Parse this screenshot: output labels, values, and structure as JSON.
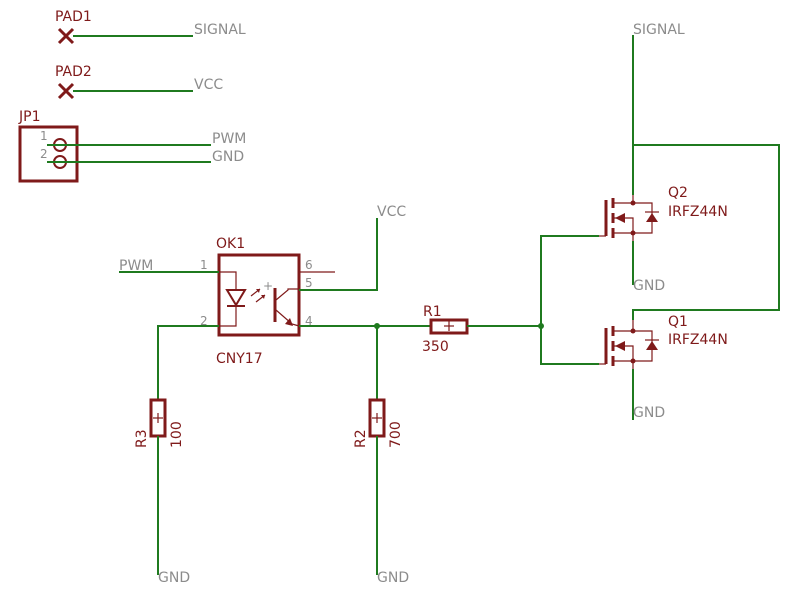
{
  "pads": [
    {
      "name": "PAD1",
      "net": "SIGNAL"
    },
    {
      "name": "PAD2",
      "net": "VCC"
    }
  ],
  "connector": {
    "name": "JP1",
    "pins": [
      {
        "num": "1",
        "net": "PWM"
      },
      {
        "num": "2",
        "net": "GND"
      }
    ]
  },
  "optocoupler": {
    "name": "OK1",
    "value": "CNY17",
    "pins": [
      "1",
      "2",
      "4",
      "5",
      "6"
    ],
    "nets": {
      "input": "PWM",
      "vcc": "VCC"
    }
  },
  "resistors": [
    {
      "name": "R1",
      "value": "350"
    },
    {
      "name": "R2",
      "value": "700"
    },
    {
      "name": "R3",
      "value": "100"
    }
  ],
  "mosfets": [
    {
      "name": "Q2",
      "value": "IRFZ44N",
      "drain_net": "SIGNAL",
      "source_net": "GND"
    },
    {
      "name": "Q1",
      "value": "IRFZ44N",
      "source_net": "GND"
    }
  ],
  "ground_labels": [
    "GND",
    "GND"
  ]
}
